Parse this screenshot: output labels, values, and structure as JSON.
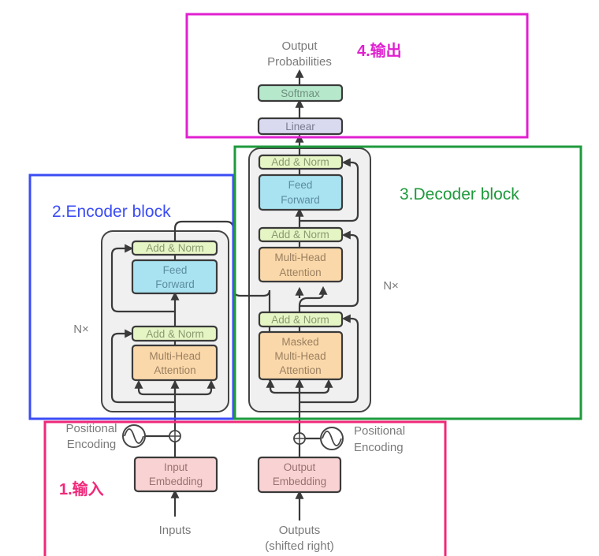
{
  "colors": {
    "output_region": "#e020d0",
    "encoder_region": "#3b4cf5",
    "decoder_region": "#1e9a3c",
    "input_region": "#f0287a",
    "add_norm_fill": "#e6f5c4",
    "feed_forward_fill": "#a9e3f2",
    "attention_fill": "#fbd8aa",
    "embedding_fill": "#f9d3d3",
    "softmax_fill": "#b6e8cc",
    "linear_fill": "#d9d9ef",
    "stack_fill": "#f0f0f0",
    "stroke": "#3a3a3a",
    "label_gray": "#7a7a7a",
    "box_text": "#777777"
  },
  "regions": {
    "output": {
      "title": "4.输出"
    },
    "encoder": {
      "title": "2.Encoder block"
    },
    "decoder": {
      "title": "3.Decoder block"
    },
    "input": {
      "title": "1.输入"
    }
  },
  "output_head": {
    "probabilities_line1": "Output",
    "probabilities_line2": "Probabilities",
    "softmax": "Softmax",
    "linear": "Linear"
  },
  "encoder": {
    "repeat_label": "N×",
    "add_norm_top": "Add & Norm",
    "feed_forward_line1": "Feed",
    "feed_forward_line2": "Forward",
    "add_norm_bottom": "Add & Norm",
    "attention_line1": "Multi-Head",
    "attention_line2": "Attention"
  },
  "decoder": {
    "repeat_label": "N×",
    "add_norm_top": "Add & Norm",
    "feed_forward_line1": "Feed",
    "feed_forward_line2": "Forward",
    "add_norm_mid": "Add & Norm",
    "attention_line1": "Multi-Head",
    "attention_line2": "Attention",
    "add_norm_bottom": "Add & Norm",
    "masked_line1": "Masked",
    "masked_line2": "Multi-Head",
    "masked_line3": "Attention"
  },
  "inputs_side": {
    "pos_enc_line1": "Positional",
    "pos_enc_line2": "Encoding",
    "embedding_line1": "Input",
    "embedding_line2": "Embedding",
    "source_label": "Inputs"
  },
  "outputs_side": {
    "pos_enc_line1": "Positional",
    "pos_enc_line2": "Encoding",
    "embedding_line1": "Output",
    "embedding_line2": "Embedding",
    "source_line1": "Outputs",
    "source_line2": "(shifted right)"
  }
}
